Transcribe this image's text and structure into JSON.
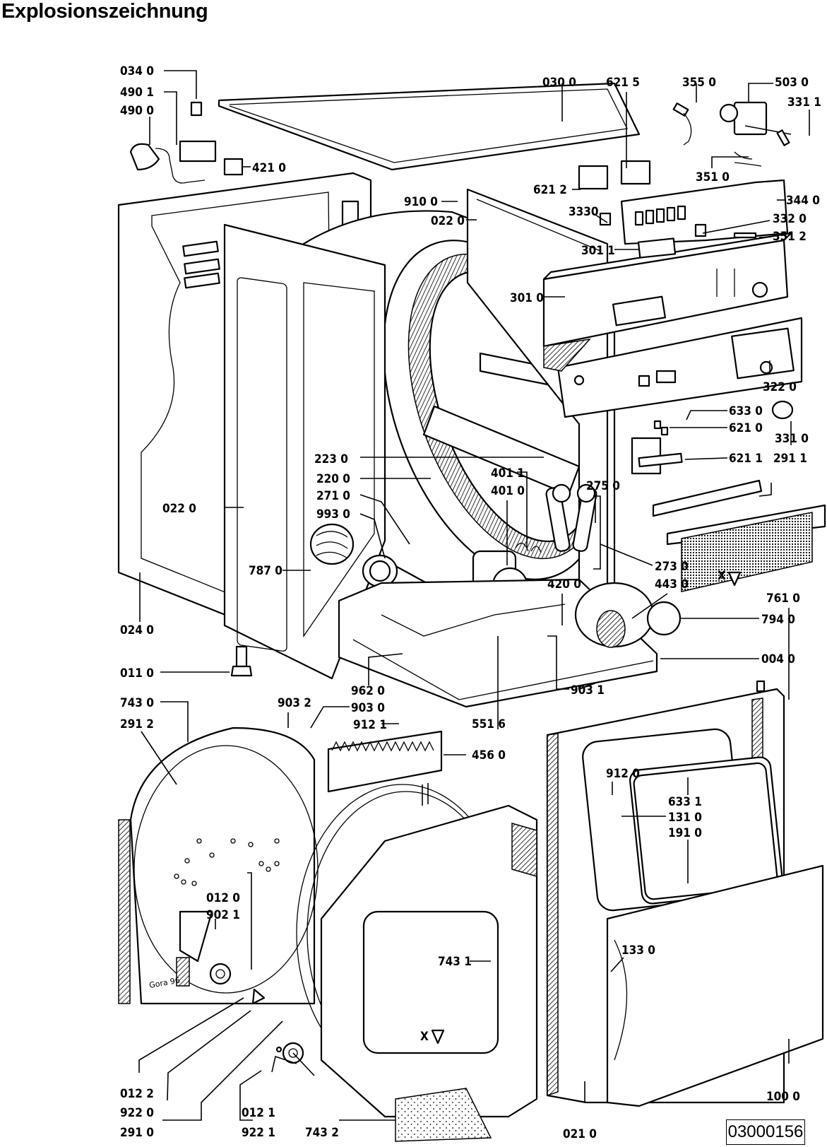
{
  "page": {
    "title": "Explosionszeichnung",
    "document_number": "03000156",
    "stamp": "Gora 96"
  },
  "parts": [
    {
      "id": "034 0",
      "name": "part-034-0"
    },
    {
      "id": "490 1",
      "name": "part-490-1"
    },
    {
      "id": "490 0",
      "name": "part-490-0"
    },
    {
      "id": "421 0",
      "name": "part-421-0"
    },
    {
      "id": "030 0",
      "name": "part-030-0"
    },
    {
      "id": "621 5",
      "name": "part-621-5"
    },
    {
      "id": "355 0",
      "name": "part-355-0"
    },
    {
      "id": "503 0",
      "name": "part-503-0"
    },
    {
      "id": "331 1",
      "name": "part-331-1"
    },
    {
      "id": "351 0",
      "name": "part-351-0"
    },
    {
      "id": "621 2",
      "name": "part-621-2"
    },
    {
      "id": "344 0",
      "name": "part-344-0"
    },
    {
      "id": "910 0",
      "name": "part-910-0"
    },
    {
      "id": "022 0",
      "name": "part-022-0-right"
    },
    {
      "id": "3330",
      "name": "part-333-0"
    },
    {
      "id": "332 0",
      "name": "part-332-0"
    },
    {
      "id": "351 2",
      "name": "part-351-2"
    },
    {
      "id": "301 1",
      "name": "part-301-1"
    },
    {
      "id": "301 0",
      "name": "part-301-0"
    },
    {
      "id": "322 0",
      "name": "part-322-0"
    },
    {
      "id": "633 0",
      "name": "part-633-0"
    },
    {
      "id": "621 0",
      "name": "part-621-0"
    },
    {
      "id": "331 0",
      "name": "part-331-0"
    },
    {
      "id": "621 1",
      "name": "part-621-1"
    },
    {
      "id": "291 1",
      "name": "part-291-1"
    },
    {
      "id": "223 0",
      "name": "part-223-0"
    },
    {
      "id": "220 0",
      "name": "part-220-0"
    },
    {
      "id": "271 0",
      "name": "part-271-0"
    },
    {
      "id": "993 0",
      "name": "part-993-0"
    },
    {
      "id": "401 1",
      "name": "part-401-1"
    },
    {
      "id": "401 0",
      "name": "part-401-0"
    },
    {
      "id": "275 0",
      "name": "part-275-0"
    },
    {
      "id": "022 0",
      "name": "part-022-0-left"
    },
    {
      "id": "787 0",
      "name": "part-787-0"
    },
    {
      "id": "273 0",
      "name": "part-273-0"
    },
    {
      "id": "420 0",
      "name": "part-420-0"
    },
    {
      "id": "443 0",
      "name": "part-443-0"
    },
    {
      "id": "761 0",
      "name": "part-761-0"
    },
    {
      "id": "794 0",
      "name": "part-794-0"
    },
    {
      "id": "024 0",
      "name": "part-024-0"
    },
    {
      "id": "004 0",
      "name": "part-004-0"
    },
    {
      "id": "011 0",
      "name": "part-011-0"
    },
    {
      "id": "962 0",
      "name": "part-962-0"
    },
    {
      "id": "903 1",
      "name": "part-903-1"
    },
    {
      "id": "743 0",
      "name": "part-743-0"
    },
    {
      "id": "291 2",
      "name": "part-291-2"
    },
    {
      "id": "903 2",
      "name": "part-903-2"
    },
    {
      "id": "903 0",
      "name": "part-903-0"
    },
    {
      "id": "912 1",
      "name": "part-912-1"
    },
    {
      "id": "551 6",
      "name": "part-551-6"
    },
    {
      "id": "456 0",
      "name": "part-456-0"
    },
    {
      "id": "912 0",
      "name": "part-912-0"
    },
    {
      "id": "633 1",
      "name": "part-633-1"
    },
    {
      "id": "131 0",
      "name": "part-131-0"
    },
    {
      "id": "191 0",
      "name": "part-191-0"
    },
    {
      "id": "012 0",
      "name": "part-012-0"
    },
    {
      "id": "902 1",
      "name": "part-902-1"
    },
    {
      "id": "743 1",
      "name": "part-743-1"
    },
    {
      "id": "133 0",
      "name": "part-133-0"
    },
    {
      "id": "012 2",
      "name": "part-012-2"
    },
    {
      "id": "922 0",
      "name": "part-922-0"
    },
    {
      "id": "291 0",
      "name": "part-291-0"
    },
    {
      "id": "012 1",
      "name": "part-012-1"
    },
    {
      "id": "922 1",
      "name": "part-922-1"
    },
    {
      "id": "743 2",
      "name": "part-743-2"
    },
    {
      "id": "021 0",
      "name": "part-021-0"
    },
    {
      "id": "100 0",
      "name": "part-100-0"
    }
  ],
  "annotations": {
    "view_marker_1": "X",
    "view_marker_2": "X"
  }
}
